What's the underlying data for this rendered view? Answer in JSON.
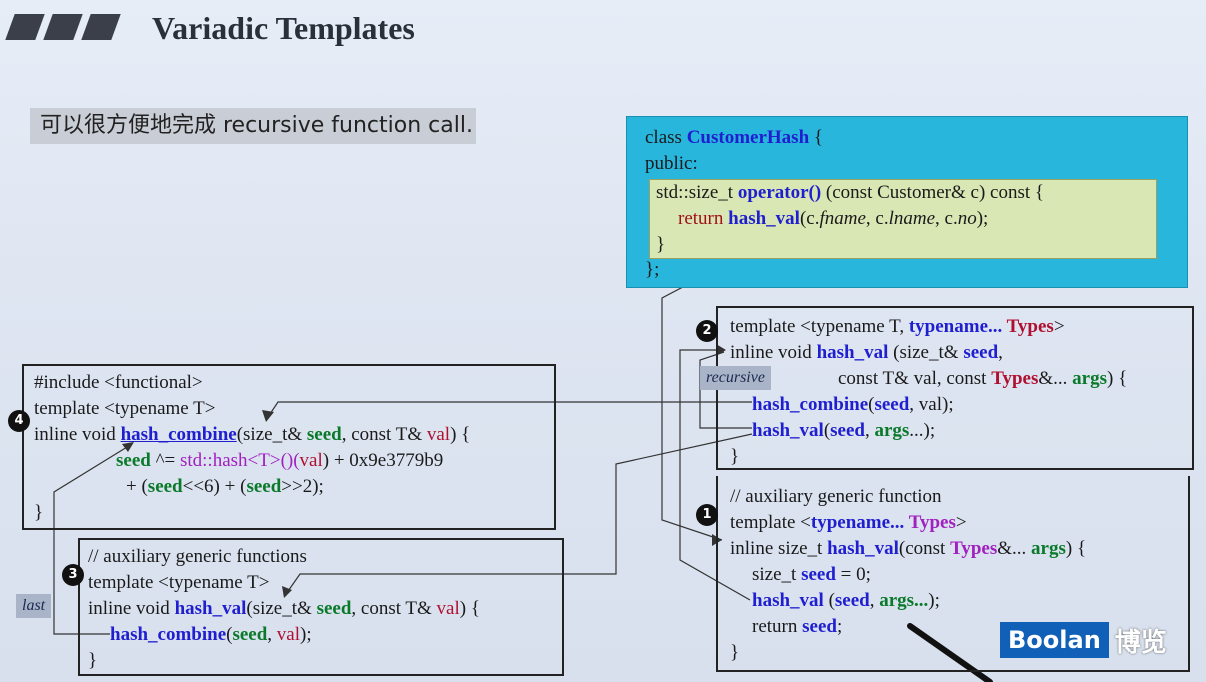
{
  "slide": {
    "title": "Variadic Templates",
    "subtitle": "可以很方便地完成 recursive function call."
  },
  "customer_hash": {
    "l1_a": "class ",
    "l1_b": "CustomerHash",
    "l1_c": " {",
    "l2": "public:",
    "l3_a": "std::size_t ",
    "l3_b": "operator()",
    "l3_c": " (const Customer& c) const {",
    "l4_a": "return ",
    "l4_b": "hash_val",
    "l4_c": "(c.",
    "l4_d": "fname",
    "l4_e": ", c.",
    "l4_f": "lname",
    "l4_g": ", c.",
    "l4_h": "no",
    "l4_i": ");",
    "l5": "}",
    "l6": "};"
  },
  "box2": {
    "badge": "2",
    "l1_a": "template <typename T, ",
    "l1_b": "typename... ",
    "l1_c": "Types",
    "l1_d": ">",
    "l2_a": "inline void ",
    "l2_b": "hash_val",
    "l2_c": " (size_t& ",
    "l2_d": "seed",
    "l2_e": ",",
    "l3_a": "const T& val, const ",
    "l3_b": "Types",
    "l3_c": "&... ",
    "l3_d": "args",
    "l3_e": ") {",
    "l4_a": "hash_combine",
    "l4_b": "(",
    "l4_c": "seed",
    "l4_d": ", val);",
    "l5_a": "hash_val",
    "l5_b": "(",
    "l5_c": "seed",
    "l5_d": ", ",
    "l5_e": "args",
    "l5_f": "...);",
    "l6": "}"
  },
  "box1": {
    "badge": "1",
    "l1": "// auxiliary generic function",
    "l2_a": "template <",
    "l2_b": "typename... ",
    "l2_c": "Types",
    "l2_d": ">",
    "l3_a": "inline size_t ",
    "l3_b": "hash_val",
    "l3_c": "(const ",
    "l3_d": "Types",
    "l3_e": "&... ",
    "l3_f": "args",
    "l3_g": ") {",
    "l4_a": "size_t ",
    "l4_b": "seed",
    "l4_c": " = 0;",
    "l5_a": "hash_val",
    "l5_b": " (",
    "l5_c": "seed",
    "l5_d": ", ",
    "l5_e": "args...",
    "l5_f": ");",
    "l6_a": "return ",
    "l6_b": "seed",
    "l6_c": ";",
    "l7": "}"
  },
  "box4": {
    "badge": "4",
    "l1": "#include <functional>",
    "l2": "template <typename T>",
    "l3_a": "inline void ",
    "l3_b": "hash_combine",
    "l3_c": "(size_t& ",
    "l3_d": "seed",
    "l3_e": ", const T& ",
    "l3_f": "val",
    "l3_g": ") {",
    "l4_a": "seed",
    "l4_b": " ^= ",
    "l4_c": "std::hash<T>()(",
    "l4_d": "val",
    "l4_e": ") + 0x9e3779b9",
    "l5_a": "+ (",
    "l5_b": "seed",
    "l5_c": "<<6) + (",
    "l5_d": "seed",
    "l5_e": ">>2);",
    "l6": "}"
  },
  "box3": {
    "badge": "3",
    "l1": "// auxiliary generic functions",
    "l2": "template <typename T>",
    "l3_a": "inline void ",
    "l3_b": "hash_val",
    "l3_c": "(size_t& ",
    "l3_d": "seed",
    "l3_e": ", const T& ",
    "l3_f": "val",
    "l3_g": ") {",
    "l4_a": "hash_combine",
    "l4_b": "(",
    "l4_c": "seed",
    "l4_d": ", ",
    "l4_e": "val",
    "l4_f": ");",
    "l5": "}"
  },
  "tags": {
    "recursive": "recursive",
    "last": "last"
  },
  "logo": {
    "brand": "Boolan",
    "brand_cn": "博览"
  }
}
